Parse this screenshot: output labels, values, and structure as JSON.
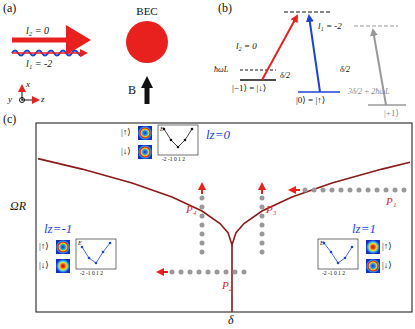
{
  "diagram": {
    "nodes": [
      {
        "text": [
          "BEC"
        ]
      }
    ],
    "labels": [
      "(a)",
      "l₂ = 0",
      "l₁ = -2",
      "B",
      "x",
      "y",
      "z",
      "(b)",
      "l₂ = 0",
      "l₁ = -2",
      "ħωL",
      "|−1⟩ = |↓⟩",
      "δ/2",
      "|0⟩ = |↑⟩",
      "δ/2",
      "3δ/2 + 2ħωL",
      "|+1⟩",
      "(c)",
      "ΩR",
      "δ",
      "lz=0",
      "lz=-1",
      "lz=1",
      "P₁",
      "P₂",
      "P₃",
      "P₄",
      "|↑⟩",
      "|↓⟩",
      "|↑⟩",
      "|↓⟩",
      "|↑⟩",
      "|↓⟩",
      "E",
      "-2 -1 0 1 2",
      "E",
      "-2 -1 0 1 2",
      "E",
      "-2 -1 0 1 2"
    ]
  }
}
